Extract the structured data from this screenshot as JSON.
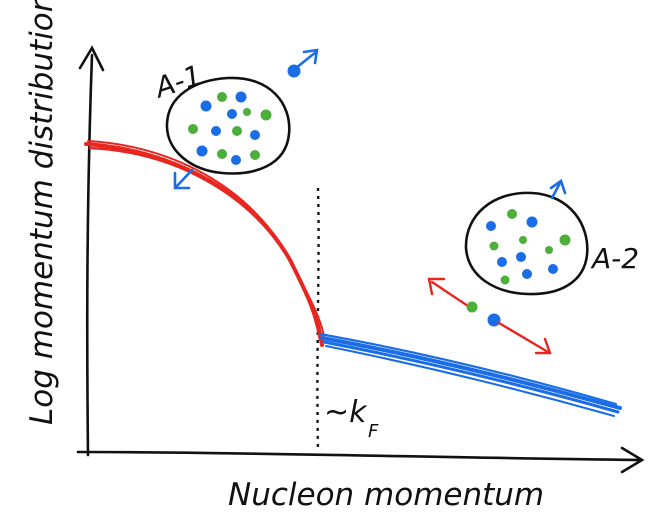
{
  "axes": {
    "y_label": "Log momentum distribution",
    "x_label": "Nucleon momentum"
  },
  "fermi_label": "~k",
  "fermi_subscript": "F",
  "nucleus_left_label": "A-1",
  "nucleus_right_label": "A-2",
  "colors": {
    "ink": "#111111",
    "low_momentum_curve": "#e8261f",
    "high_momentum_curve": "#1a6de6",
    "proton": "#1a6de6",
    "neutron": "#4caf3a"
  }
}
